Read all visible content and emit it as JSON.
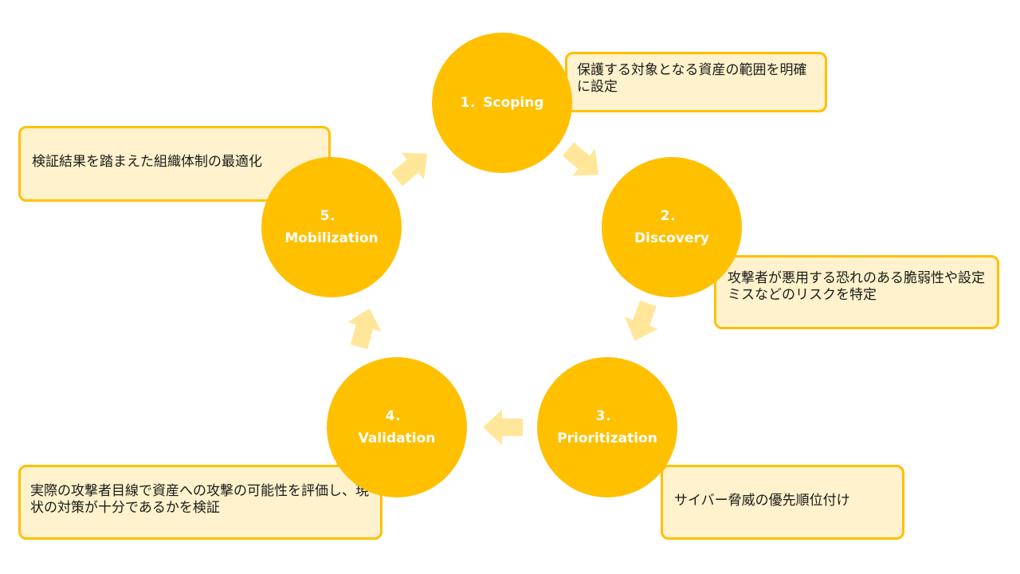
{
  "steps": [
    {
      "num": "1．",
      "name": "Scoping",
      "label": "1．Scoping",
      "description": "保護する対象となる資産の範囲を明確に設定"
    },
    {
      "num": "2．",
      "name": "Discovery",
      "description": "攻撃者が悪用する恐れのある脆弱性や設定ミスなどのリスクを特定"
    },
    {
      "num": "3．",
      "name": "Prioritization",
      "description": "サイバー脅威の優先順位付け"
    },
    {
      "num": "4．",
      "name": "Validation",
      "description": "実際の攻撃者目線で資産への攻撃の可能性を評価し、現状の対策が十分であるかを検証"
    },
    {
      "num": "5．",
      "name": "Mobilization",
      "description": "検証結果を踏まえた組織体制の最適化"
    }
  ],
  "colors": {
    "circle": "#ffc000",
    "box_fill": "#fff2cc",
    "box_border": "#ffc000",
    "arrow": "#ffe699"
  }
}
